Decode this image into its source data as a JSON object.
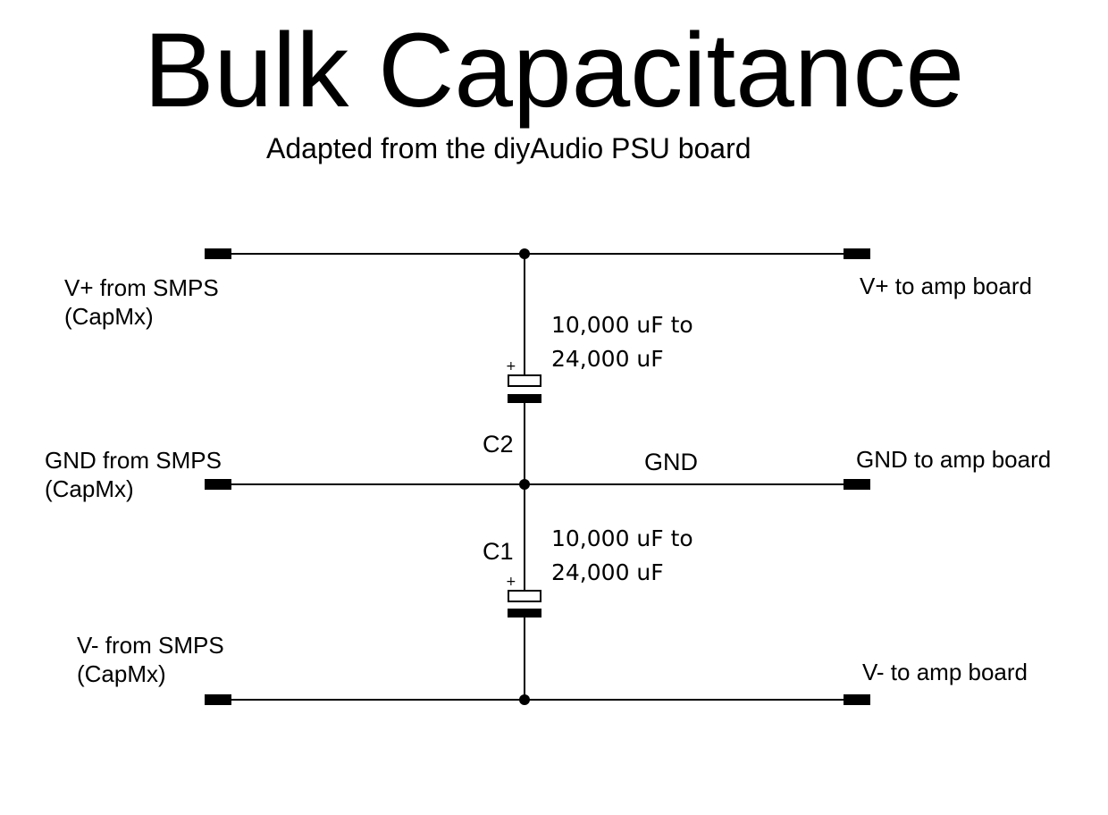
{
  "title": "Bulk Capacitance",
  "subtitle": "Adapted from the diyAudio PSU board",
  "inputs": {
    "vplus": {
      "line1": "V+ from SMPS",
      "line2": "(CapMx)"
    },
    "gnd": {
      "line1": "GND from SMPS",
      "line2": "(CapMx)"
    },
    "vminus": {
      "line1": "V- from SMPS",
      "line2": "(CapMx)"
    }
  },
  "outputs": {
    "vplus": "V+ to amp board",
    "gnd": "GND to amp board",
    "vminus": "V- to amp board"
  },
  "capacitors": {
    "c2": {
      "ref": "C2",
      "value_line1": "10,000 uF to",
      "value_line2": "24,000 uF",
      "polarity": "+"
    },
    "c1": {
      "ref": "C1",
      "value_line1": "10,000 uF to",
      "value_line2": "24,000 uF",
      "polarity": "+"
    }
  },
  "net": {
    "gnd_label": "GND"
  }
}
